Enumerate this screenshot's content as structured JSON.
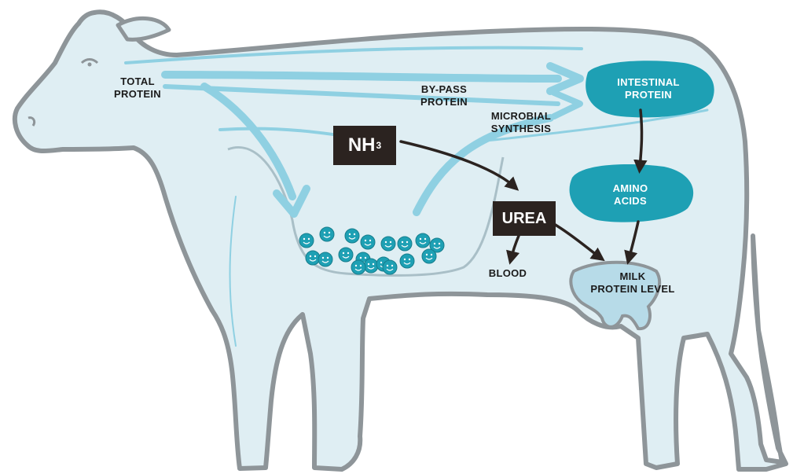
{
  "labels": {
    "total_protein": [
      "TOTAL",
      "PROTEIN"
    ],
    "bypass_protein": [
      "BY-PASS",
      "PROTEIN"
    ],
    "microbial_synthesis": [
      "MICROBIAL",
      "SYNTHESIS"
    ],
    "intestinal_protein": [
      "INTESTINAL",
      "PROTEIN"
    ],
    "amino_acids": [
      "AMINO",
      "ACIDS"
    ],
    "blood": "BLOOD",
    "milk_protein_level": [
      "MILK",
      "PROTEIN LEVEL"
    ]
  },
  "boxes": {
    "nh3_main": "NH",
    "nh3_sub": "3",
    "urea": "UREA"
  },
  "colors": {
    "body_fill": "#dfeef3",
    "outline": "#8e9599",
    "flow_light": "#8fd0e2",
    "teal": "#1ea0b4",
    "dark": "#2b2320"
  },
  "icons": {
    "microbes": "smiley-microbe-icon",
    "arrows": "arrow-icon"
  }
}
